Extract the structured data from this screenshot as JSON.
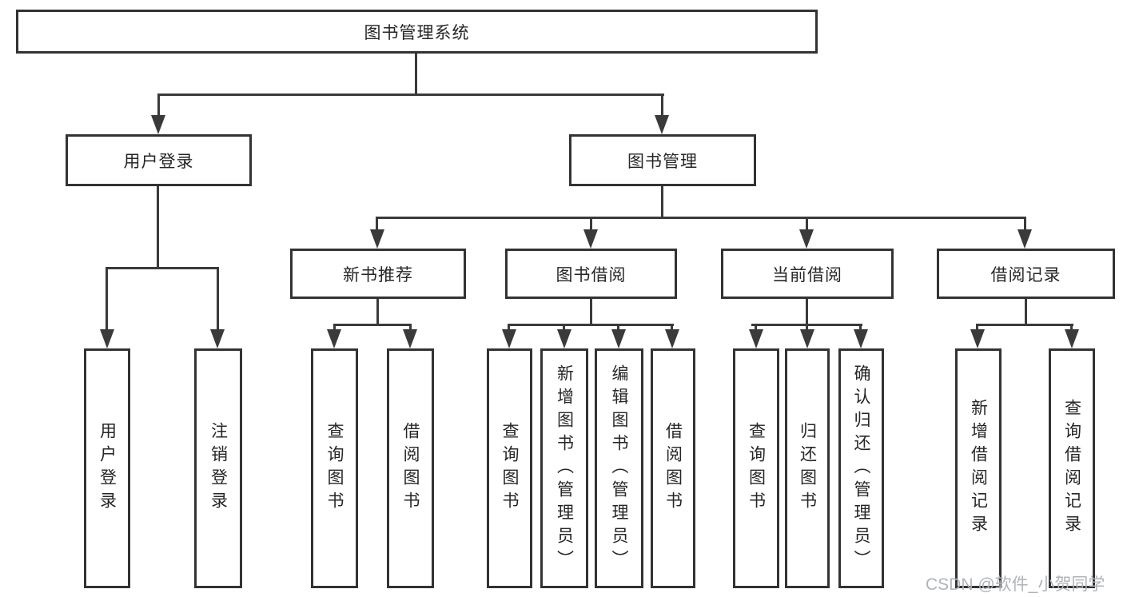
{
  "tree": {
    "root": "图书管理系统",
    "branches": [
      {
        "label": "用户登录",
        "children": [
          "用户登录",
          "注销登录"
        ]
      },
      {
        "label": "图书管理",
        "groups": [
          {
            "label": "新书推荐",
            "children": [
              "查询图书",
              "借阅图书"
            ]
          },
          {
            "label": "图书借阅",
            "children": [
              "查询图书",
              "新增图书（管理员）",
              "编辑图书（管理员）",
              "借阅图书"
            ]
          },
          {
            "label": "当前借阅",
            "children": [
              "查询图书",
              "归还图书",
              "确认归还（管理员）"
            ]
          },
          {
            "label": "借阅记录",
            "children": [
              "新增借阅记录",
              "查询借阅记录"
            ]
          }
        ]
      }
    ]
  },
  "watermark": "CSDN @软件_小贺同学",
  "colors": {
    "line": "#3a3a3a",
    "border": "#333333",
    "text": "#262626",
    "watermark": "#b0b4b8"
  }
}
